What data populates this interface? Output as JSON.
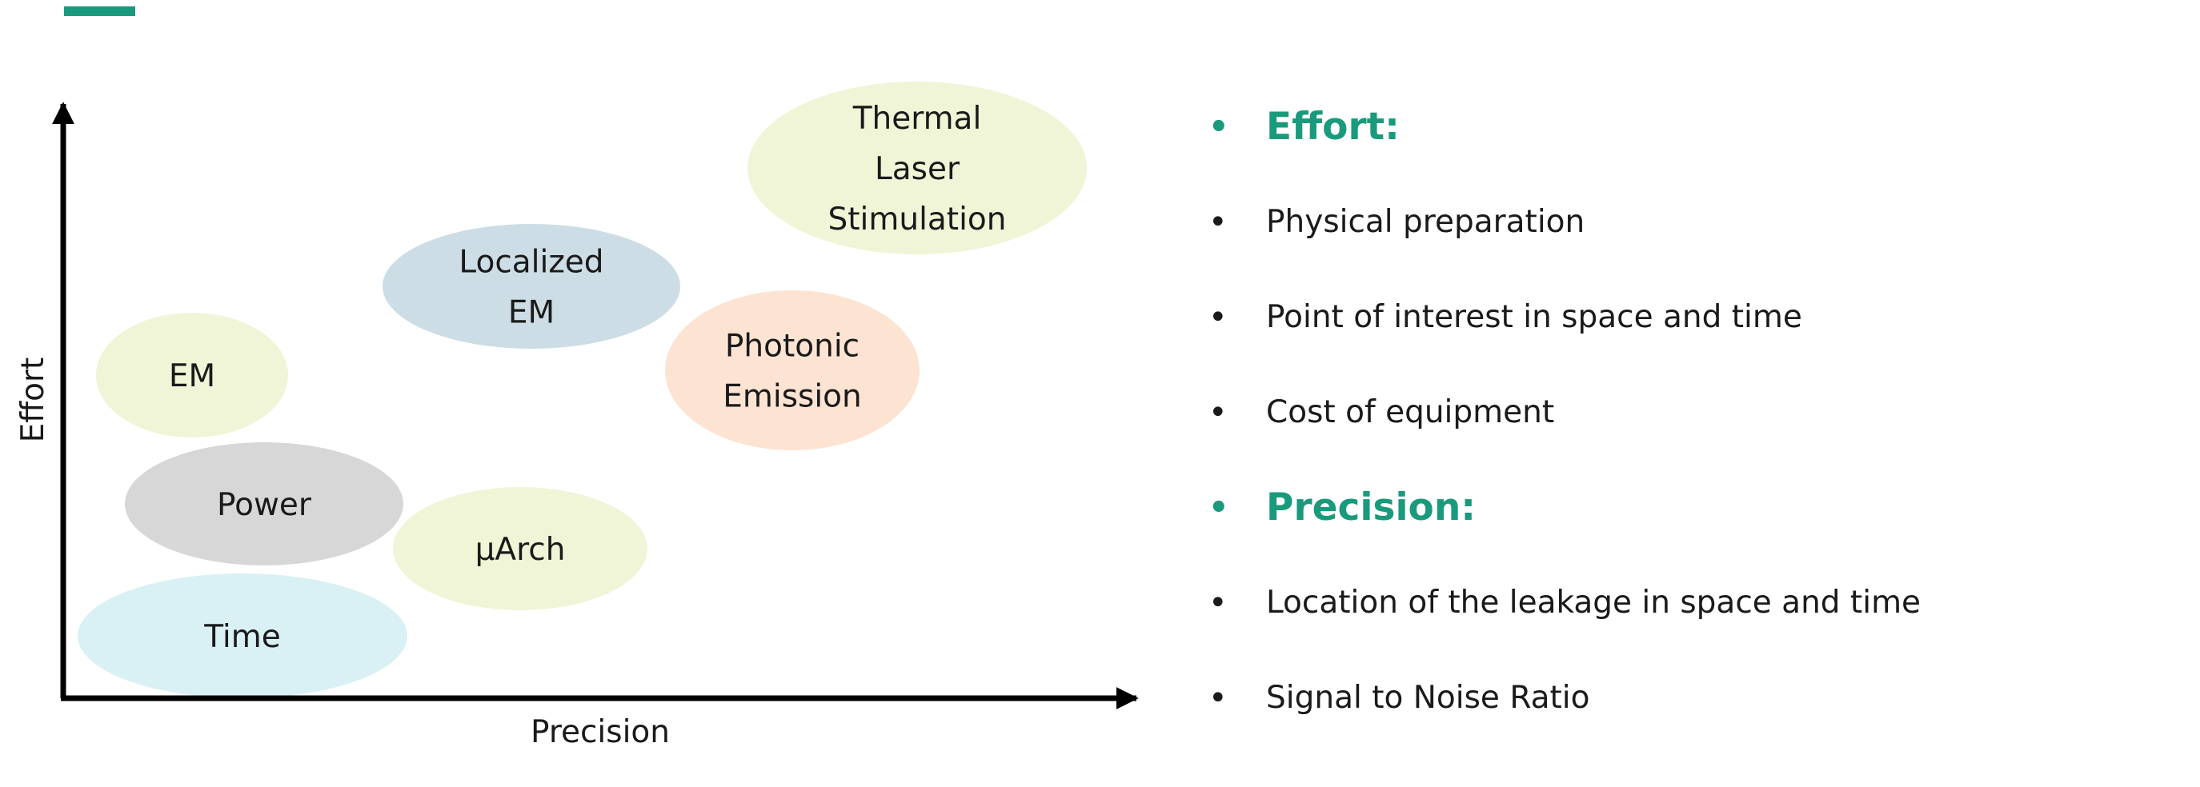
{
  "colors": {
    "accent": "#1a9a7c",
    "text": "#1a1a1a",
    "axis": "#000000"
  },
  "diagram": {
    "x_axis_label": "Precision",
    "y_axis_label": "Effort",
    "techniques": [
      {
        "id": "thermal-laser-stimulation",
        "lines": [
          "Thermal",
          "Laser",
          "Stimulation"
        ],
        "fill": "#eff5d6"
      },
      {
        "id": "localized-em",
        "lines": [
          "Localized",
          "EM"
        ],
        "fill": "#cddde5"
      },
      {
        "id": "photonic-emission",
        "lines": [
          "Photonic",
          "Emission"
        ],
        "fill": "#fde3d2"
      },
      {
        "id": "em",
        "lines": [
          "EM"
        ],
        "fill": "#eff5d6"
      },
      {
        "id": "power",
        "lines": [
          "Power"
        ],
        "fill": "#d7d7d7"
      },
      {
        "id": "uarch",
        "lines": [
          "µArch"
        ],
        "fill": "#eff5d6"
      },
      {
        "id": "time",
        "lines": [
          "Time"
        ],
        "fill": "#d9f1f5"
      }
    ]
  },
  "bullets": [
    {
      "text": "Effort:",
      "heading": true
    },
    {
      "text": "Physical preparation",
      "heading": false
    },
    {
      "text": "Point of interest in space and time",
      "heading": false
    },
    {
      "text": "Cost of equipment",
      "heading": false
    },
    {
      "text": "Precision:",
      "heading": true
    },
    {
      "text": "Location of the leakage in space and time",
      "heading": false
    },
    {
      "text": "Signal to Noise Ratio",
      "heading": false
    }
  ]
}
